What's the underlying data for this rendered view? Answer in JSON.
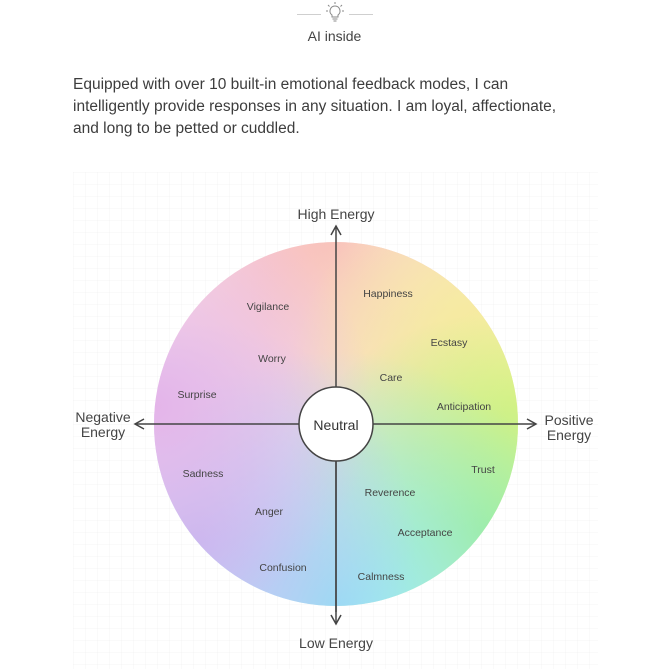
{
  "header": {
    "icon": "lightbulb-icon",
    "title": "AI inside"
  },
  "intro": {
    "lines": [
      "Equipped with over 10 built-in emotional feedback modes, I can",
      "intelligently provide responses in any situation. I am loyal, affectionate,",
      "and long to be petted or cuddled."
    ]
  },
  "diagram": {
    "axes": {
      "top": [
        "High Energy"
      ],
      "bottom": [
        "Low Energy"
      ],
      "left": [
        "Negative",
        "Energy"
      ],
      "right": [
        "Positive",
        "Energy"
      ]
    },
    "center_label": "Neutral",
    "emotions": [
      "Vigilance",
      "Happiness",
      "Ecstasy",
      "Worry",
      "Care",
      "Surprise",
      "Anticipation",
      "Sadness",
      "Trust",
      "Reverence",
      "Anger",
      "Acceptance",
      "Confusion",
      "Calmness"
    ],
    "colors": {
      "top": "#f7b3b8",
      "top_right": "#fbe2c0",
      "right": "#f1f286",
      "bottom_right": "#a3f085",
      "bottom": "#8fe6f5",
      "bottom_left": "#c0b9f2",
      "left": "#e4b4e9",
      "axis": "#444444"
    }
  }
}
